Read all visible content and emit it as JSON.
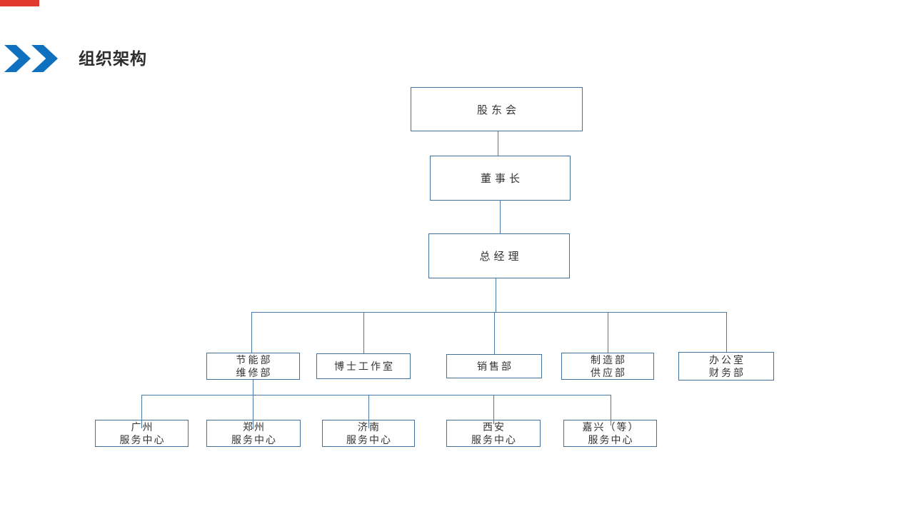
{
  "slide": {
    "title": "组织架构"
  },
  "decorations": {
    "accent_bar_color": "#e0392e",
    "chevron_color": "#1070c0",
    "box_border_color": "#41719c",
    "connector_color": "#4a7aa8",
    "title_text_color": "#2d2d2d",
    "box_text_color": "#333333"
  },
  "org_chart": {
    "type": "org-tree",
    "nodes": {
      "shareholders": {
        "label": "股东会"
      },
      "chairman": {
        "label": "董事长"
      },
      "general_manager": {
        "label": "总经理"
      },
      "energy_maintenance": {
        "line1": "节能部",
        "line2": "维修部"
      },
      "phd_studio": {
        "line1": "博士工作室"
      },
      "sales": {
        "line1": "销售部"
      },
      "manufacturing_supply": {
        "line1": "制造部",
        "line2": "供应部"
      },
      "office_finance": {
        "line1": "办公室",
        "line2": "财务部"
      },
      "guangzhou": {
        "line1": "广州",
        "line2": "服务中心"
      },
      "zhengzhou": {
        "line1": "郑州",
        "line2": "服务中心"
      },
      "jinan": {
        "line1": "济南",
        "line2": "服务中心"
      },
      "xian": {
        "line1": "西安",
        "line2": "服务中心"
      },
      "jiaxing": {
        "line1": "嘉兴（等）",
        "line2": "服务中心"
      }
    },
    "hierarchy": [
      {
        "parent": "股东会",
        "children": [
          "董事长"
        ]
      },
      {
        "parent": "董事长",
        "children": [
          "总经理"
        ]
      },
      {
        "parent": "总经理",
        "children": [
          "节能部/维修部",
          "博士工作室",
          "销售部",
          "制造部/供应部",
          "办公室/财务部"
        ]
      },
      {
        "parent": "节能部/维修部",
        "children": [
          "广州服务中心",
          "郑州服务中心",
          "济南服务中心",
          "西安服务中心",
          "嘉兴（等）服务中心"
        ]
      }
    ]
  }
}
